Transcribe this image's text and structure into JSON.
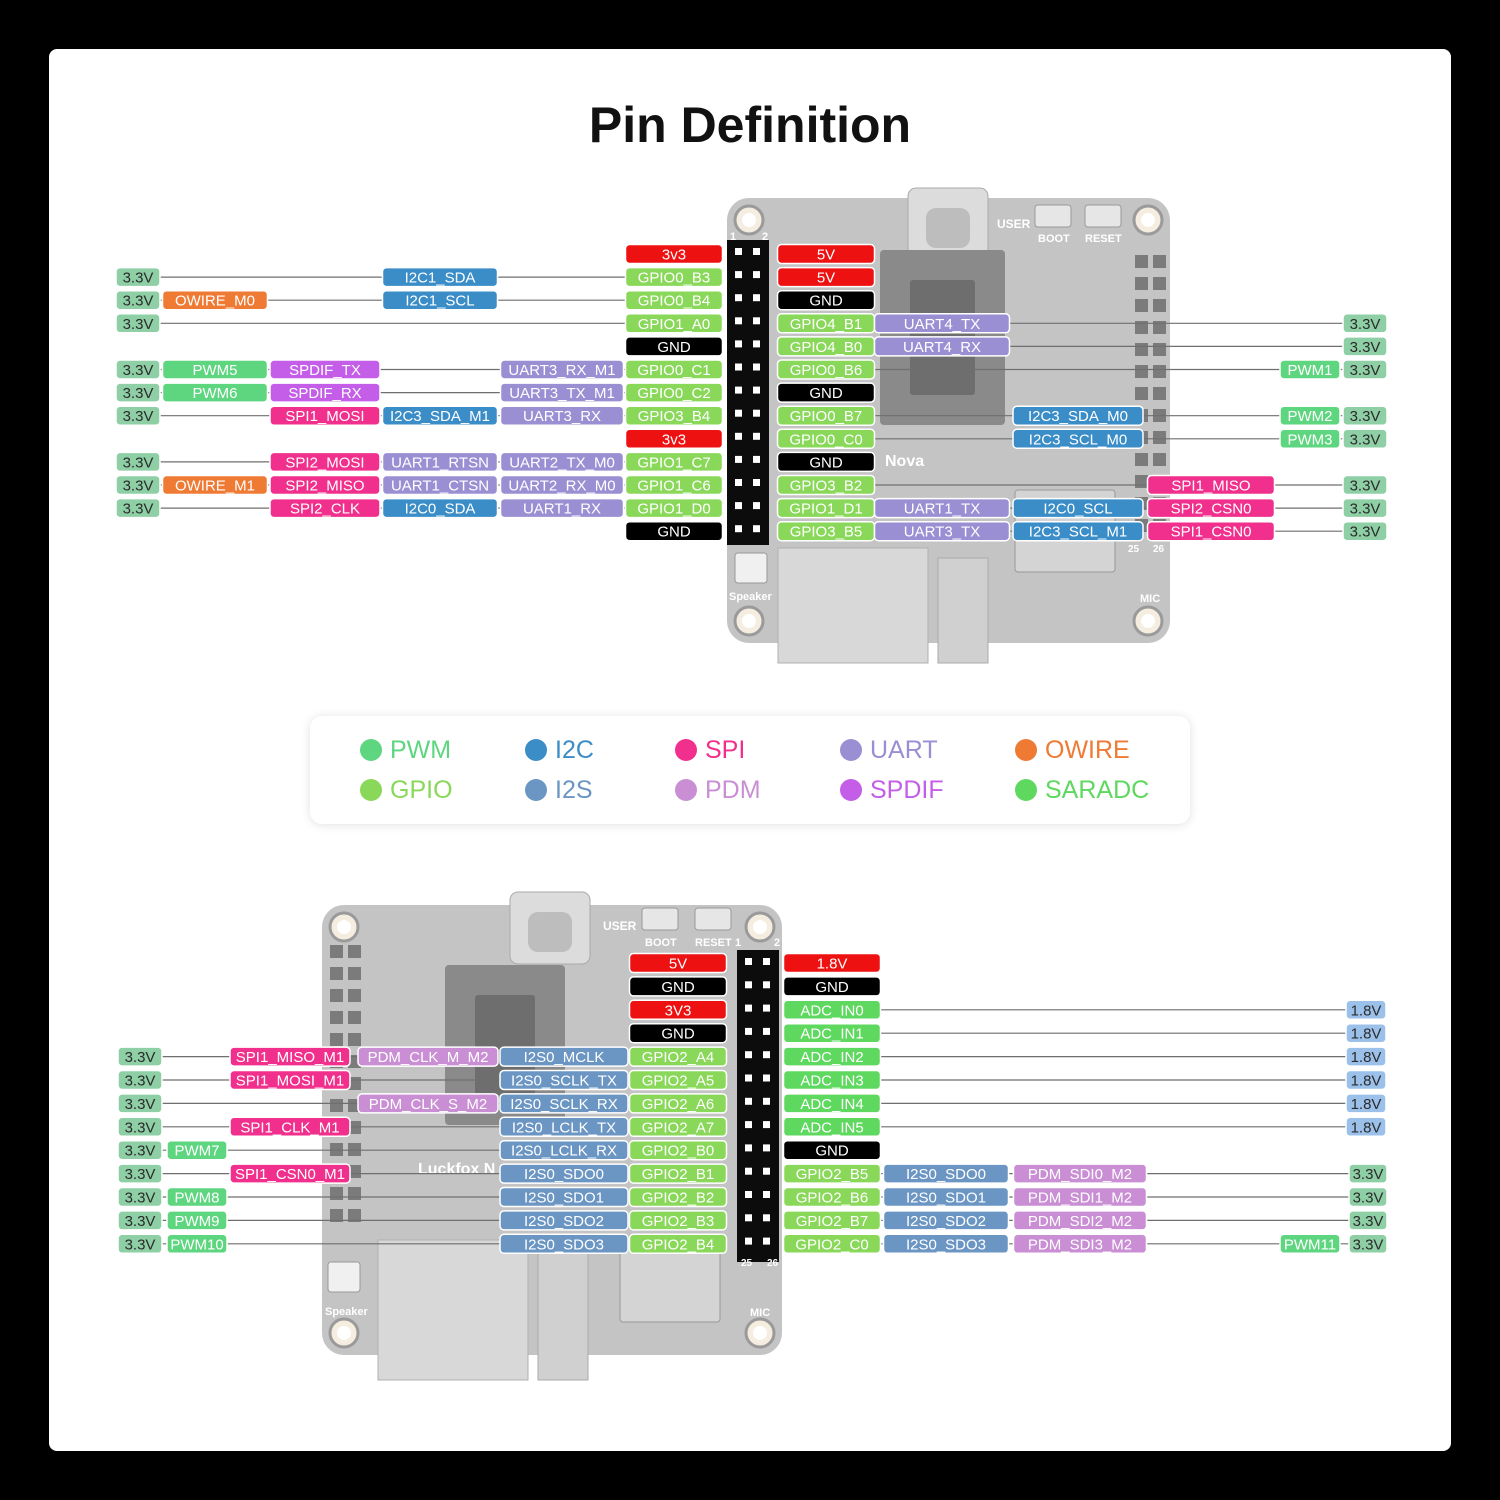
{
  "title": "Pin Definition",
  "colors": {
    "power": "#ee1111",
    "gnd": "#000000",
    "gpio": "#8ad85a",
    "pwm": "#5ed57f",
    "i2c": "#3a8dc7",
    "i2s": "#6b96c3",
    "spi": "#f0308c",
    "pdm": "#c98ed3",
    "uart": "#9b8fd3",
    "owire": "#ef7a34",
    "spdif": "#c45ee8",
    "adc": "#5fd85f",
    "v33": "#8ecfa5",
    "v18": "#9bc0ea"
  },
  "legend": [
    {
      "label": "PWM",
      "color": "#5ed57f"
    },
    {
      "label": "I2C",
      "color": "#3a8dc7"
    },
    {
      "label": "SPI",
      "color": "#f0308c"
    },
    {
      "label": "UART",
      "color": "#9b8fd3"
    },
    {
      "label": "OWIRE",
      "color": "#ef7a34"
    },
    {
      "label": "GPIO",
      "color": "#8ad85a"
    },
    {
      "label": "I2S",
      "color": "#6b96c3"
    },
    {
      "label": "PDM",
      "color": "#c98ed3"
    },
    {
      "label": "SPDIF",
      "color": "#c45ee8"
    },
    {
      "label": "SARADC",
      "color": "#5fd85f"
    }
  ],
  "board_text": {
    "top": [
      "1",
      "2",
      "USER",
      "BOOT",
      "RESET",
      "Nova",
      "Speaker",
      "MIC",
      "25",
      "26"
    ],
    "bottom": [
      "1",
      "2",
      "USER",
      "BOOT",
      "RESET",
      "Luckfox N",
      "Speaker",
      "MIC",
      "25",
      "26"
    ]
  },
  "top_header": {
    "left_rows": [
      [
        [
          "3v3",
          "power"
        ]
      ],
      [
        [
          "3.3V",
          "v33"
        ],
        [
          "I2C1_SDA",
          "i2c"
        ],
        [
          "GPIO0_B3",
          "gpio"
        ]
      ],
      [
        [
          "3.3V",
          "v33"
        ],
        [
          "OWIRE_M0",
          "owire"
        ],
        [
          "I2C1_SCL",
          "i2c"
        ],
        [
          "GPIO0_B4",
          "gpio"
        ]
      ],
      [
        [
          "3.3V",
          "v33"
        ],
        [
          "GPIO1_A0",
          "gpio"
        ]
      ],
      [
        [
          "GND",
          "gnd"
        ]
      ],
      [
        [
          "3.3V",
          "v33"
        ],
        [
          "PWM5",
          "pwm"
        ],
        [
          "SPDIF_TX",
          "spdif"
        ],
        [
          "UART3_RX_M1",
          "uart"
        ],
        [
          "GPIO0_C1",
          "gpio"
        ]
      ],
      [
        [
          "3.3V",
          "v33"
        ],
        [
          "PWM6",
          "pwm"
        ],
        [
          "SPDIF_RX",
          "spdif"
        ],
        [
          "UART3_TX_M1",
          "uart"
        ],
        [
          "GPIO0_C2",
          "gpio"
        ]
      ],
      [
        [
          "3.3V",
          "v33"
        ],
        [
          "SPI1_MOSI",
          "spi"
        ],
        [
          "I2C3_SDA_M1",
          "i2c"
        ],
        [
          "UART3_RX",
          "uart"
        ],
        [
          "GPIO3_B4",
          "gpio"
        ]
      ],
      [
        [
          "3v3",
          "power"
        ]
      ],
      [
        [
          "3.3V",
          "v33"
        ],
        [
          "SPI2_MOSI",
          "spi"
        ],
        [
          "UART1_RTSN",
          "uart"
        ],
        [
          "UART2_TX_M0",
          "uart"
        ],
        [
          "GPIO1_C7",
          "gpio"
        ]
      ],
      [
        [
          "3.3V",
          "v33"
        ],
        [
          "OWIRE_M1",
          "owire"
        ],
        [
          "SPI2_MISO",
          "spi"
        ],
        [
          "UART1_CTSN",
          "uart"
        ],
        [
          "UART2_RX_M0",
          "uart"
        ],
        [
          "GPIO1_C6",
          "gpio"
        ]
      ],
      [
        [
          "3.3V",
          "v33"
        ],
        [
          "SPI2_CLK",
          "spi"
        ],
        [
          "I2C0_SDA",
          "i2c"
        ],
        [
          "UART1_RX",
          "uart"
        ],
        [
          "GPIO1_D0",
          "gpio"
        ]
      ],
      [
        [
          "GND",
          "gnd"
        ]
      ]
    ],
    "right_rows": [
      [
        [
          "5V",
          "power"
        ]
      ],
      [
        [
          "5V",
          "power"
        ]
      ],
      [
        [
          "GND",
          "gnd"
        ]
      ],
      [
        [
          "GPIO4_B1",
          "gpio"
        ],
        [
          "UART4_TX",
          "uart"
        ],
        [
          "3.3V",
          "v33"
        ]
      ],
      [
        [
          "GPIO4_B0",
          "gpio"
        ],
        [
          "UART4_RX",
          "uart"
        ],
        [
          "3.3V",
          "v33"
        ]
      ],
      [
        [
          "GPIO0_B6",
          "gpio"
        ],
        [
          "PWM1",
          "pwm"
        ],
        [
          "3.3V",
          "v33"
        ]
      ],
      [
        [
          "GND",
          "gnd"
        ]
      ],
      [
        [
          "GPIO0_B7",
          "gpio"
        ],
        [
          "I2C3_SDA_M0",
          "i2c"
        ],
        [
          "PWM2",
          "pwm"
        ],
        [
          "3.3V",
          "v33"
        ]
      ],
      [
        [
          "GPIO0_C0",
          "gpio"
        ],
        [
          "I2C3_SCL_M0",
          "i2c"
        ],
        [
          "PWM3",
          "pwm"
        ],
        [
          "3.3V",
          "v33"
        ]
      ],
      [
        [
          "GND",
          "gnd"
        ]
      ],
      [
        [
          "GPIO3_B2",
          "gpio"
        ],
        [
          "SPI1_MISO",
          "spi"
        ],
        [
          "3.3V",
          "v33"
        ]
      ],
      [
        [
          "GPIO1_D1",
          "gpio"
        ],
        [
          "UART1_TX",
          "uart"
        ],
        [
          "I2C0_SCL",
          "i2c"
        ],
        [
          "SPI2_CSN0",
          "spi"
        ],
        [
          "3.3V",
          "v33"
        ]
      ],
      [
        [
          "GPIO3_B5",
          "gpio"
        ],
        [
          "UART3_TX",
          "uart"
        ],
        [
          "I2C3_SCL_M1",
          "i2c"
        ],
        [
          "SPI1_CSN0",
          "spi"
        ],
        [
          "3.3V",
          "v33"
        ]
      ]
    ]
  },
  "bottom_header": {
    "left_rows": [
      [
        [
          "5V",
          "power"
        ]
      ],
      [
        [
          "GND",
          "gnd"
        ]
      ],
      [
        [
          "3V3",
          "power"
        ]
      ],
      [
        [
          "GND",
          "gnd"
        ]
      ],
      [
        [
          "3.3V",
          "v33"
        ],
        [
          "SPI1_MISO_M1",
          "spi"
        ],
        [
          "PDM_CLK_M_M2",
          "pdm"
        ],
        [
          "I2S0_MCLK",
          "i2s"
        ],
        [
          "GPIO2_A4",
          "gpio"
        ]
      ],
      [
        [
          "3.3V",
          "v33"
        ],
        [
          "SPI1_MOSI_M1",
          "spi"
        ],
        [
          "I2S0_SCLK_TX",
          "i2s"
        ],
        [
          "GPIO2_A5",
          "gpio"
        ]
      ],
      [
        [
          "3.3V",
          "v33"
        ],
        [
          "PDM_CLK_S_M2",
          "pdm"
        ],
        [
          "I2S0_SCLK_RX",
          "i2s"
        ],
        [
          "GPIO2_A6",
          "gpio"
        ]
      ],
      [
        [
          "3.3V",
          "v33"
        ],
        [
          "SPI1_CLK_M1",
          "spi"
        ],
        [
          "I2S0_LCLK_TX",
          "i2s"
        ],
        [
          "GPIO2_A7",
          "gpio"
        ]
      ],
      [
        [
          "3.3V",
          "v33"
        ],
        [
          "PWM7",
          "pwm"
        ],
        [
          "I2S0_LCLK_RX",
          "i2s"
        ],
        [
          "GPIO2_B0",
          "gpio"
        ]
      ],
      [
        [
          "3.3V",
          "v33"
        ],
        [
          "SPI1_CSN0_M1",
          "spi"
        ],
        [
          "I2S0_SDO0",
          "i2s"
        ],
        [
          "GPIO2_B1",
          "gpio"
        ]
      ],
      [
        [
          "3.3V",
          "v33"
        ],
        [
          "PWM8",
          "pwm"
        ],
        [
          "I2S0_SDO1",
          "i2s"
        ],
        [
          "GPIO2_B2",
          "gpio"
        ]
      ],
      [
        [
          "3.3V",
          "v33"
        ],
        [
          "PWM9",
          "pwm"
        ],
        [
          "I2S0_SDO2",
          "i2s"
        ],
        [
          "GPIO2_B3",
          "gpio"
        ]
      ],
      [
        [
          "3.3V",
          "v33"
        ],
        [
          "PWM10",
          "pwm"
        ],
        [
          "I2S0_SDO3",
          "i2s"
        ],
        [
          "GPIO2_B4",
          "gpio"
        ]
      ]
    ],
    "right_rows": [
      [
        [
          "1.8V",
          "power"
        ]
      ],
      [
        [
          "GND",
          "gnd"
        ]
      ],
      [
        [
          "ADC_IN0",
          "adc"
        ],
        [
          "1.8V",
          "v18"
        ]
      ],
      [
        [
          "ADC_IN1",
          "adc"
        ],
        [
          "1.8V",
          "v18"
        ]
      ],
      [
        [
          "ADC_IN2",
          "adc"
        ],
        [
          "1.8V",
          "v18"
        ]
      ],
      [
        [
          "ADC_IN3",
          "adc"
        ],
        [
          "1.8V",
          "v18"
        ]
      ],
      [
        [
          "ADC_IN4",
          "adc"
        ],
        [
          "1.8V",
          "v18"
        ]
      ],
      [
        [
          "ADC_IN5",
          "adc"
        ],
        [
          "1.8V",
          "v18"
        ]
      ],
      [
        [
          "GND",
          "gnd"
        ]
      ],
      [
        [
          "GPIO2_B5",
          "gpio"
        ],
        [
          "I2S0_SDO0",
          "i2s"
        ],
        [
          "PDM_SDI0_M2",
          "pdm"
        ],
        [
          "3.3V",
          "v33"
        ]
      ],
      [
        [
          "GPIO2_B6",
          "gpio"
        ],
        [
          "I2S0_SDO1",
          "i2s"
        ],
        [
          "PDM_SDI1_M2",
          "pdm"
        ],
        [
          "3.3V",
          "v33"
        ]
      ],
      [
        [
          "GPIO2_B7",
          "gpio"
        ],
        [
          "I2S0_SDO2",
          "i2s"
        ],
        [
          "PDM_SDI2_M2",
          "pdm"
        ],
        [
          "3.3V",
          "v33"
        ]
      ],
      [
        [
          "GPIO2_C0",
          "gpio"
        ],
        [
          "I2S0_SDO3",
          "i2s"
        ],
        [
          "PDM_SDI3_M2",
          "pdm"
        ],
        [
          "PWM11",
          "pwm"
        ],
        [
          "3.3V",
          "v33"
        ]
      ]
    ]
  }
}
